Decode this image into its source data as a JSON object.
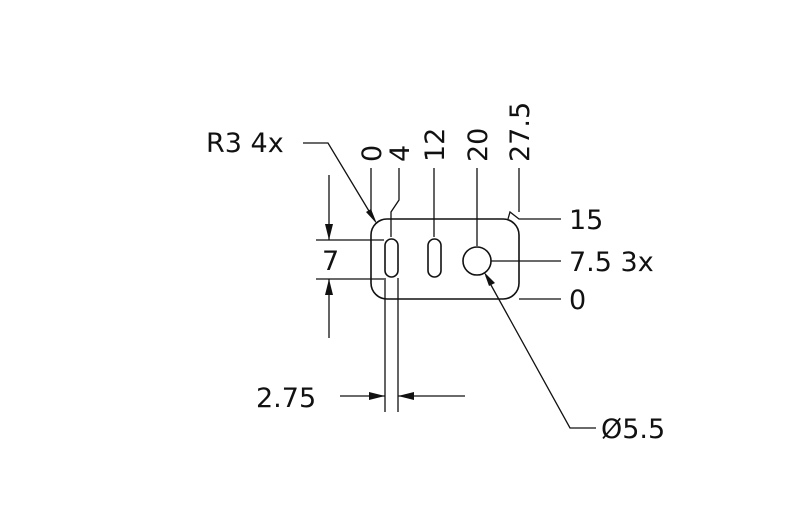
{
  "labels": {
    "corner_radius": "R3  4x",
    "ordinate_x": [
      "0",
      "4",
      "12",
      "20",
      "27.5"
    ],
    "ordinate_y_top": "15",
    "ordinate_y_mid": "7.5  3x",
    "ordinate_y_bottom": "0",
    "slot_height": "7",
    "slot_width": "2.75",
    "hole_diameter": "Ø5.5"
  }
}
